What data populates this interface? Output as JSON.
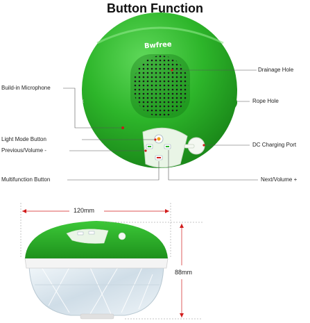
{
  "title": "Button Function",
  "brand": "Bwfree",
  "labels": {
    "drainage_hole": "Drainage Hole",
    "rope_hole": "Rope Hole",
    "microphone": "Build-in Microphone",
    "light_mode": "Light Mode Button",
    "prev_volume": "Previous/Volume -",
    "dc_port": "DC Charging Port",
    "multifunction": "Multifunction Button",
    "next_volume": "Next/Volume +"
  },
  "dimensions": {
    "width": "120mm",
    "height": "88mm"
  },
  "colors": {
    "shell_green": "#2db52a",
    "shell_dark": "#1f8f1d",
    "base_white": "#f4f4f4",
    "crystal": "#d9e6ee",
    "leader_line": "#555555",
    "dim_line": "#d11b1b"
  }
}
